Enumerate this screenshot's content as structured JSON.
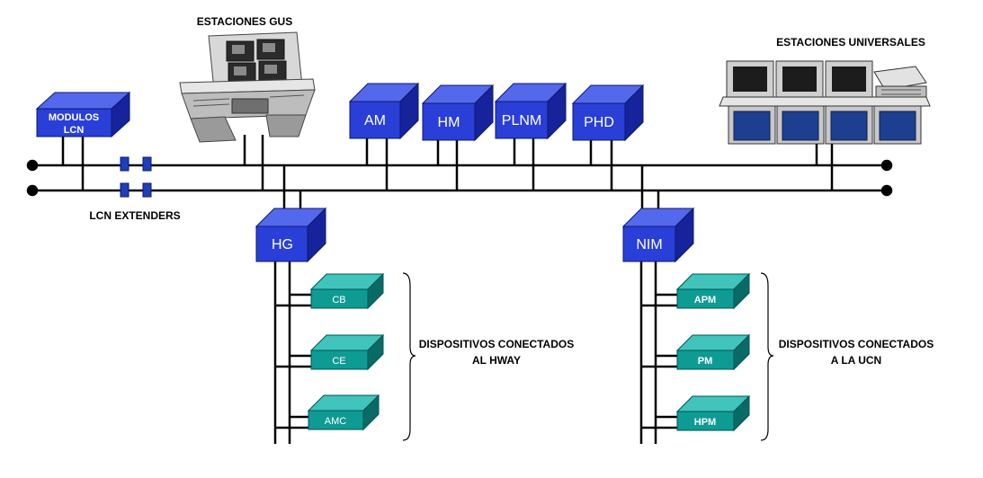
{
  "labels": {
    "gus": "ESTACIONES GUS",
    "universal": "ESTACIONES UNIVERSALES",
    "lcn_extenders": "LCN EXTENDERS",
    "hway_line1": "DISPOSITIVOS CONECTADOS",
    "hway_line2": "AL HWAY",
    "ucn_line1": "DISPOSITIVOS CONECTADOS",
    "ucn_line2": "A LA UCN"
  },
  "modules": {
    "lcn_line1": "MODULOS",
    "lcn_line2": "LCN",
    "am": "AM",
    "hm": "HM",
    "plnm": "PLNM",
    "phd": "PHD",
    "hg": "HG",
    "nim": "NIM"
  },
  "hway_devices": [
    "CB",
    "CE",
    "AMC"
  ],
  "ucn_devices": [
    "APM",
    "PM",
    "HPM"
  ],
  "colors": {
    "module_front": "#2a3fd8",
    "module_top": "#5468ec",
    "module_side": "#17239a",
    "device_front": "#0e9b94",
    "device_top": "#40c4bc",
    "device_side": "#0a6b66",
    "extender": "#1f3fb8",
    "line": "#000000"
  },
  "icons": {
    "gus": "operator-console-icon",
    "universal": "universal-station-console-icon"
  }
}
